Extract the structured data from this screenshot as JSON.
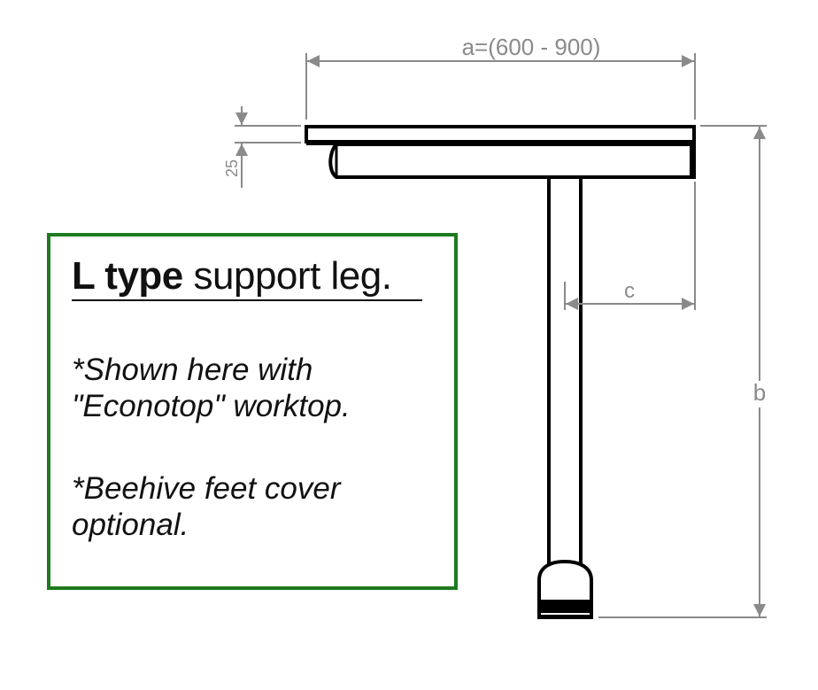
{
  "diagram": {
    "title_bold": "L type",
    "title_rest": " support leg.",
    "notes": [
      {
        "line1": "*Shown here with",
        "line2": "\"Econotop\" worktop."
      },
      {
        "line1": "*Beehive feet cover",
        "line2": "optional."
      }
    ],
    "dimensions": {
      "a_label": "a=(600 - 900)",
      "thickness_label": "25",
      "c_label": "c",
      "b_label": "b"
    },
    "colors": {
      "box_border": "#1e7a1e",
      "dimension_lines": "#8a8a8a",
      "outline": "#000000"
    }
  }
}
